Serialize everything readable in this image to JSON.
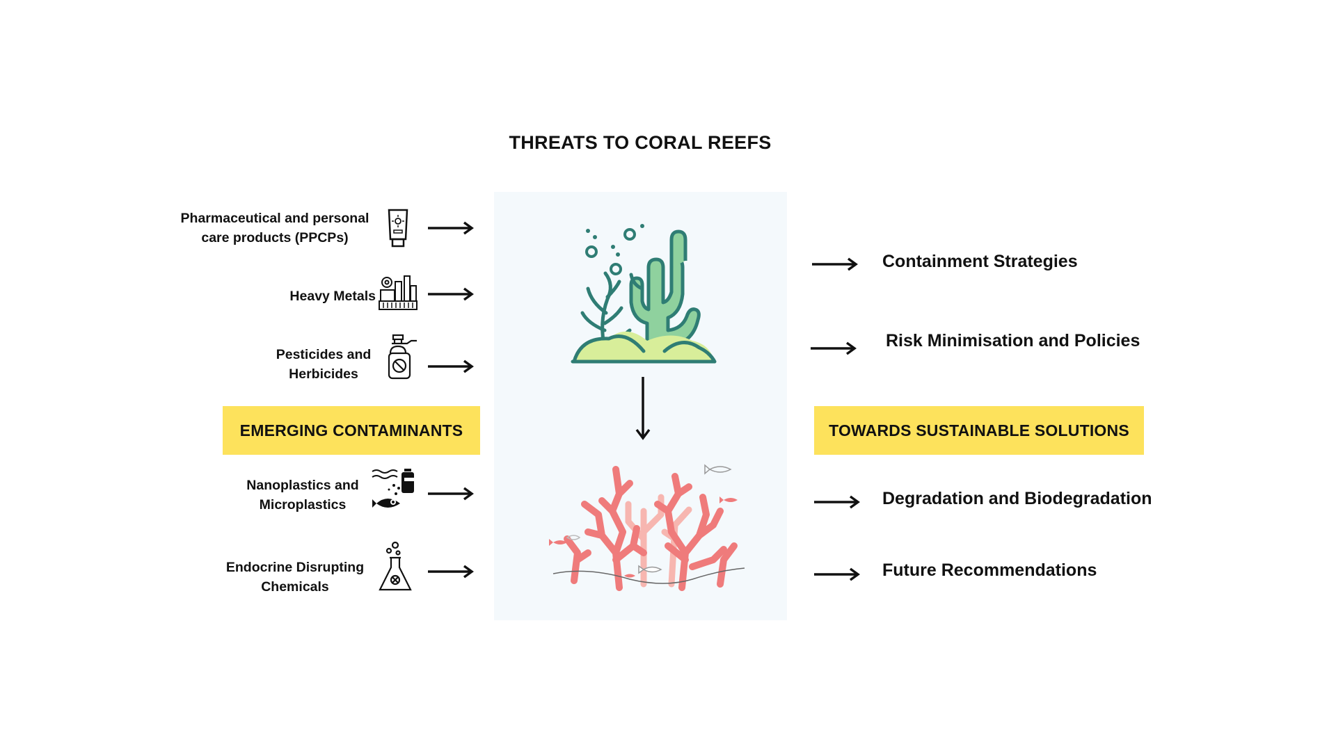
{
  "title": "THREATS TO CORAL REEFS",
  "left_band": "EMERGING CONTAMINANTS",
  "right_band": "TOWARDS SUSTAINABLE SOLUTIONS",
  "contaminants": [
    {
      "line1": "Pharmaceutical and personal",
      "line2": "care products (PPCPs)",
      "icon": "sunscreen-tube-icon"
    },
    {
      "line1": "Heavy Metals",
      "icon": "factory-icon"
    },
    {
      "line1": "Pesticides and",
      "line2": "Herbicides",
      "icon": "spray-bottle-icon"
    },
    {
      "line1": "Nanoplastics and",
      "line2": "Microplastics",
      "icon": "ocean-plastic-fish-icon"
    },
    {
      "line1": "Endocrine Disrupting",
      "line2": "Chemicals",
      "icon": "chemical-flask-icon"
    }
  ],
  "solutions": [
    {
      "label": "Containment Strategies"
    },
    {
      "label": "Risk Minimisation and Policies"
    },
    {
      "label": "Degradation and Biodegradation"
    },
    {
      "label": "Future Recommendations"
    }
  ],
  "illustrations": {
    "healthy": "healthy-coral-illustration",
    "bleached": "damaged-coral-illustration"
  },
  "colors": {
    "band": "#fde25c",
    "panel": "#f4f9fc",
    "coral_green": "#8fd19e",
    "coral_teal": "#2f7d74",
    "sand": "#d8ee9a",
    "coral_red": "#ef7b7b",
    "coral_pink": "#f7b6b0"
  }
}
